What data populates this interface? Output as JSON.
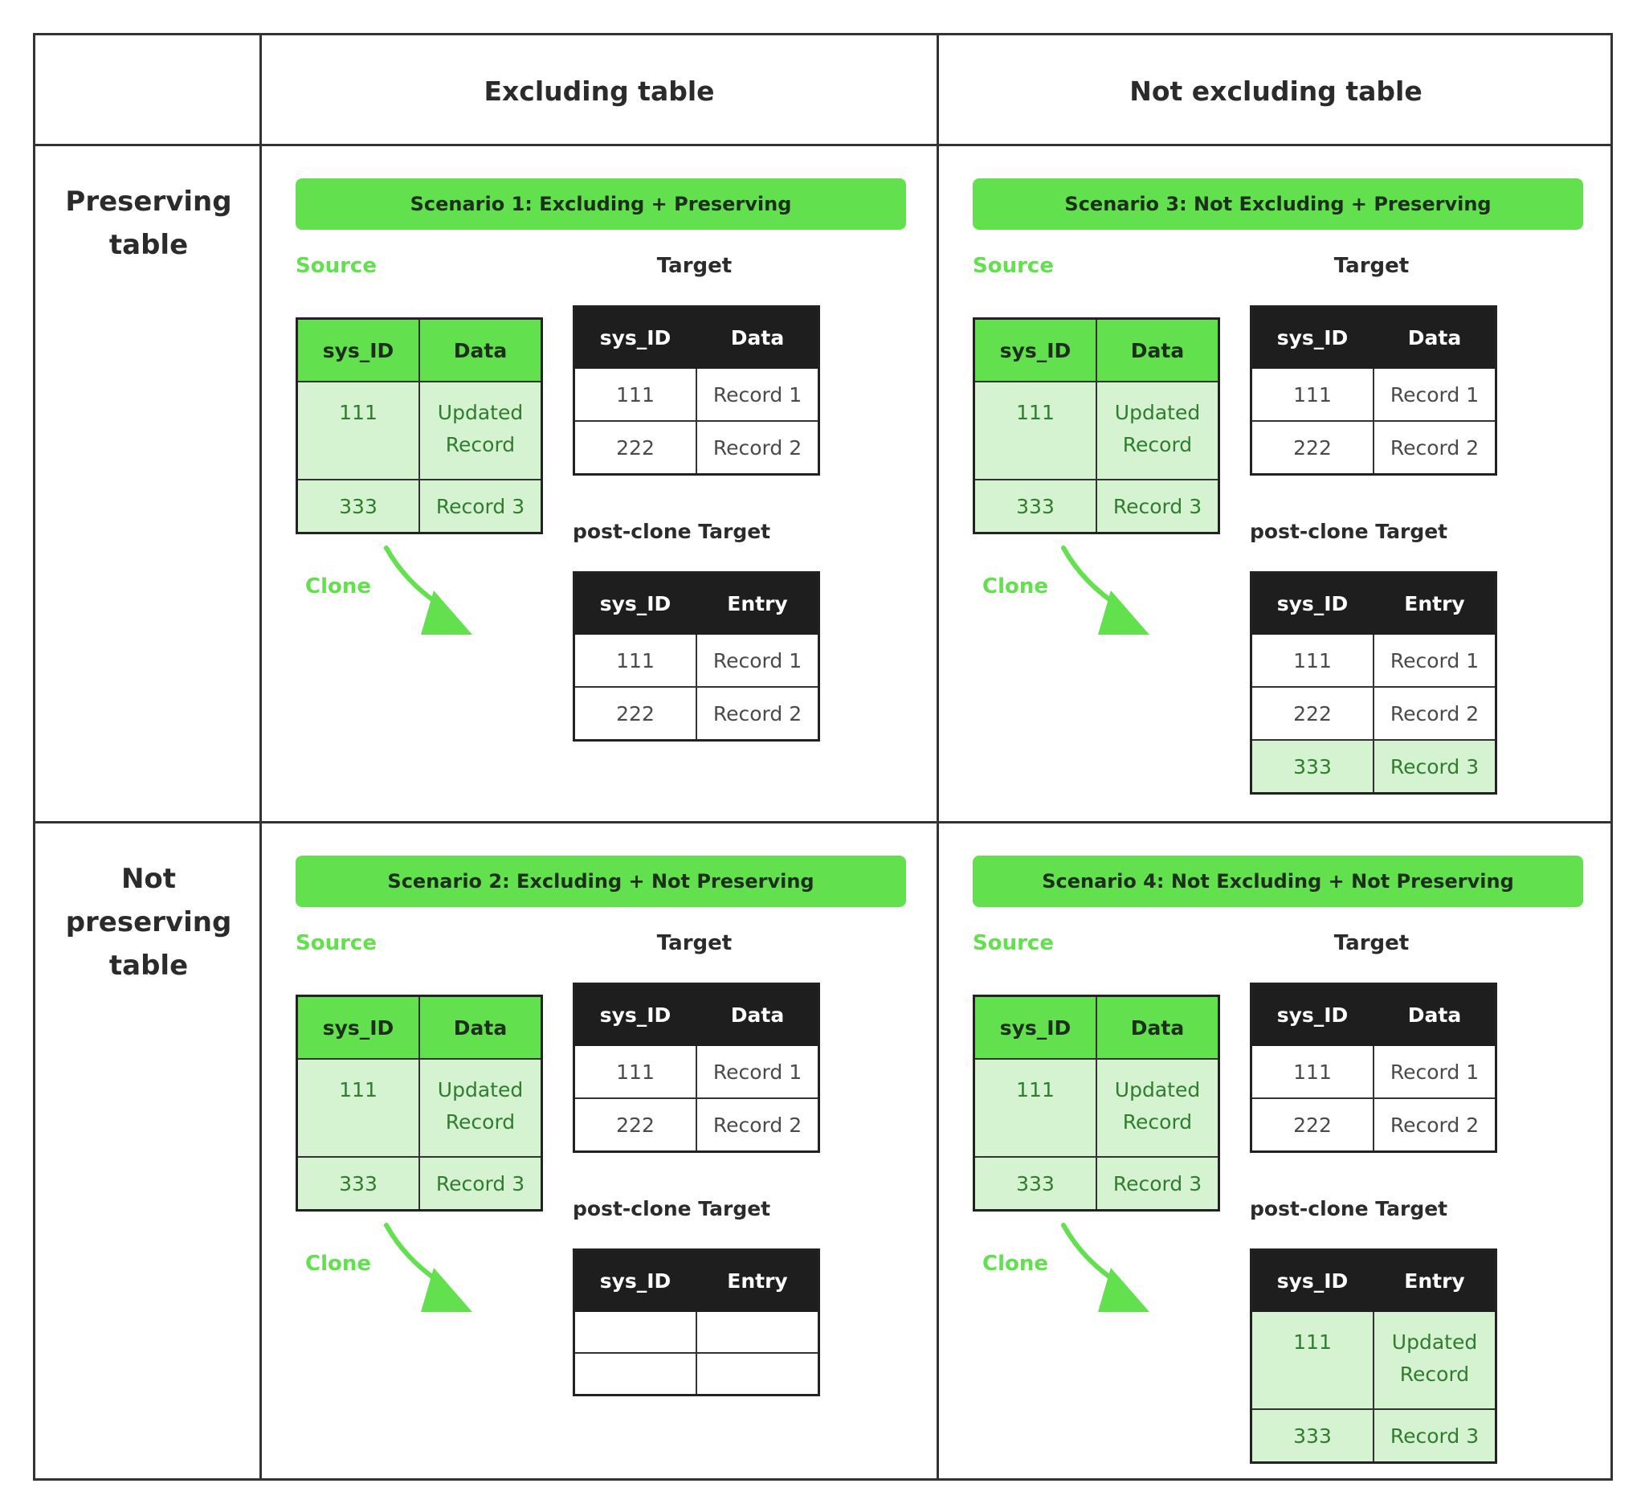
{
  "columns": [
    "Excluding table",
    "Not excluding table"
  ],
  "rows": [
    [
      "Preserving",
      "table"
    ],
    [
      "Not",
      "preserving",
      "table"
    ]
  ],
  "labels": {
    "source": "Source",
    "target": "Target",
    "post_clone": "post-clone Target",
    "clone": "Clone"
  },
  "headers": {
    "source": [
      "sys_ID",
      "Data"
    ],
    "target": [
      "sys_ID",
      "Data"
    ],
    "post": [
      "sys_ID",
      "Entry"
    ]
  },
  "source_rows": [
    {
      "id": "111",
      "data": "Updated Record"
    },
    {
      "id": "333",
      "data": "Record 3"
    }
  ],
  "target_rows": [
    {
      "id": "111",
      "data": "Record 1"
    },
    {
      "id": "222",
      "data": "Record 2"
    }
  ],
  "scenarios": [
    {
      "title": "Scenario 1: Excluding + Preserving",
      "post_rows": [
        {
          "id": "111",
          "entry": "Record 1",
          "highlight": false
        },
        {
          "id": "222",
          "entry": "Record 2",
          "highlight": false
        }
      ]
    },
    {
      "title": "Scenario 3: Not Excluding + Preserving",
      "post_rows": [
        {
          "id": "111",
          "entry": "Record 1",
          "highlight": false
        },
        {
          "id": "222",
          "entry": "Record 2",
          "highlight": false
        },
        {
          "id": "333",
          "entry": "Record 3",
          "highlight": true
        }
      ]
    },
    {
      "title": "Scenario 2: Excluding + Not Preserving",
      "post_rows": [
        {
          "id": "",
          "entry": "",
          "highlight": false
        },
        {
          "id": "",
          "entry": "",
          "highlight": false
        }
      ]
    },
    {
      "title": "Scenario 4: Not Excluding + Not Preserving",
      "post_rows": [
        {
          "id": "111",
          "entry": "Updated Record",
          "highlight": true
        },
        {
          "id": "333",
          "entry": "Record 3",
          "highlight": true
        }
      ]
    }
  ],
  "colors": {
    "accent": "#62e04e",
    "highlight_bg": "#d5f2d1",
    "highlight_text": "#2f7d2f",
    "header_dark": "#1e1e1e",
    "border": "#333333"
  }
}
